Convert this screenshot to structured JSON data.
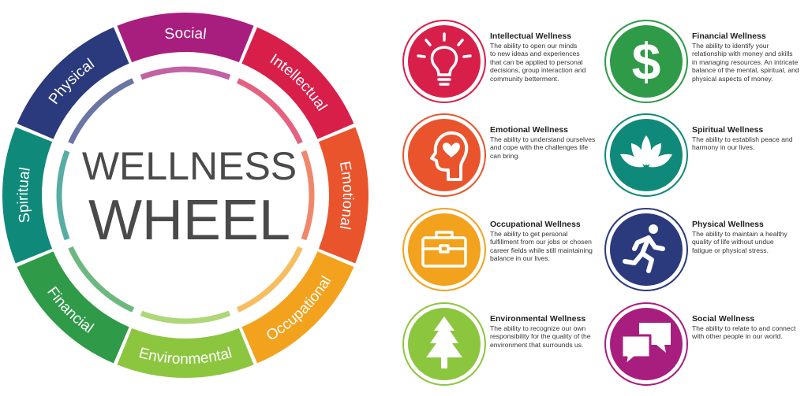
{
  "wheel": {
    "title_line1": "WELLNESS",
    "title_line2": "WHEEL",
    "segments": [
      {
        "label": "Social",
        "color": "#a81e7e"
      },
      {
        "label": "Intellectual",
        "color": "#d81f4a"
      },
      {
        "label": "Emotional",
        "color": "#e9542c"
      },
      {
        "label": "Occupational",
        "color": "#f2a21d"
      },
      {
        "label": "Environmental",
        "color": "#8cc63f"
      },
      {
        "label": "Financial",
        "color": "#2f9a48"
      },
      {
        "label": "Spiritual",
        "color": "#0f8a7a"
      },
      {
        "label": "Physical",
        "color": "#2b3a7c"
      }
    ]
  },
  "cards": [
    {
      "id": "intellectual",
      "icon": "lightbulb-icon",
      "color": "#d81f4a",
      "title": "Intellectual Wellness",
      "lines": [
        "The ability to open our minds",
        "to new ideas and experiences",
        "that can be applied to personal",
        "decisions, group interaction and",
        "community betterment."
      ]
    },
    {
      "id": "emotional",
      "icon": "heart-head-icon",
      "color": "#e9542c",
      "title": "Emotional Wellness",
      "lines": [
        "The ability to understand ourselves",
        "and cope with the challenges life",
        "can bring."
      ]
    },
    {
      "id": "occupational",
      "icon": "briefcase-icon",
      "color": "#f2a21d",
      "title": "Occupational Wellness",
      "lines": [
        "The ability to get personal",
        "fulfillment from our jobs or chosen",
        "career fields while still maintaining",
        "balance in our lives."
      ]
    },
    {
      "id": "environmental",
      "icon": "tree-icon",
      "color": "#8cc63f",
      "title": "Environmental Wellness",
      "lines": [
        "The ability to recognize our own",
        "responsibility for the quality of the",
        "environment that surrounds us."
      ]
    },
    {
      "id": "financial",
      "icon": "dollar-icon",
      "color": "#2f9a48",
      "title": "Financial Wellness",
      "lines": [
        "The ability to identify your",
        "relationship with money and skills",
        "in managing resources. An intricate",
        "balance of the mental, spiritual, and",
        "physical aspects of money."
      ]
    },
    {
      "id": "spiritual",
      "icon": "lotus-icon",
      "color": "#0f8a7a",
      "title": "Spiritual Wellness",
      "lines": [
        "The ability to establish peace and",
        "harmony in our lives."
      ]
    },
    {
      "id": "physical",
      "icon": "running-person-icon",
      "color": "#2b3a7c",
      "title": "Physical Wellness",
      "lines": [
        "The ability to maintain a healthy",
        "quality of life without undue",
        "fatigue or physical stress."
      ]
    },
    {
      "id": "social",
      "icon": "speech-bubbles-icon",
      "color": "#a81e7e",
      "title": "Social Wellness",
      "lines": [
        "The ability to relate to and connect",
        "with other people in our world."
      ]
    }
  ]
}
